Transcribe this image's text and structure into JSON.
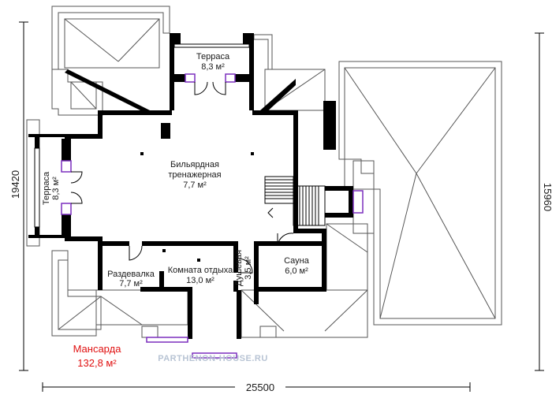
{
  "rooms": {
    "terrace_top": {
      "name": "Терраса",
      "area": "8,3 м²"
    },
    "terrace_left": {
      "name": "Терраса",
      "area": "8,3 м²"
    },
    "billiard": {
      "line1": "Бильярдная",
      "line2": "тренажерная",
      "area": "7,7 м²"
    },
    "dressing": {
      "name": "Раздевалка",
      "area": "7,7 м²"
    },
    "lounge": {
      "name": "Комната отдыха",
      "area": "13,0 м²"
    },
    "shower": {
      "name": "Душевая",
      "area": "3,5 м²"
    },
    "sauna": {
      "name": "Сауна",
      "area": "6,0 м²"
    }
  },
  "floor": {
    "name": "Мансарда",
    "area": "132,8 м²"
  },
  "dimensions": {
    "width": "25500",
    "height_left": "19420",
    "height_right": "15960"
  },
  "watermark": "PARTHENON-HOUSE.RU",
  "colors": {
    "wall": "#000000",
    "window": "#7b2fbe",
    "roof_line": "#555555",
    "label_red": "#e01010"
  }
}
